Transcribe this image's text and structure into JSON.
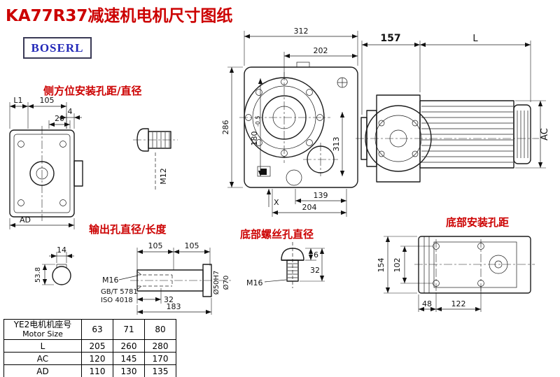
{
  "page": {
    "title": "KA77R37减速机电机尺寸图纸",
    "brand": "BOSERL"
  },
  "section_labels": {
    "side_mount": "侧方位安装孔距/直径",
    "output_hole": "输出孔直径/长度",
    "bottom_screw": "底部螺丝孔直径",
    "bottom_mount": "底部安装孔距"
  },
  "left_view": {
    "l1": "L1",
    "w105": "105",
    "w4": "4",
    "ad": "AD"
  },
  "side_bolt": {
    "d20": "20",
    "thread": "M12"
  },
  "front_view": {
    "width": "312",
    "upper_width": "202",
    "height": "286",
    "center_height": "180",
    "center_height_tol": "-0.5",
    "side_height": "313",
    "bottom_width_1": "139",
    "bottom_width_2": "204",
    "x_mark": "X"
  },
  "motor_view": {
    "adapter_len": "157",
    "motor_len": "L",
    "motor_dia": "AC"
  },
  "output_shaft": {
    "len1": "105",
    "len2": "105",
    "thread": "M16",
    "std1": "GB/T 5781",
    "std2": "ISO 4018",
    "len32": "32",
    "len183": "183",
    "bore": "Ø50H7",
    "flange": "Ø70",
    "key_w": "14",
    "key_h": "53.8"
  },
  "bottom_bolt": {
    "h6": "6",
    "h32": "32",
    "thread": "M16"
  },
  "bottom_view": {
    "h154": "154",
    "h102": "102",
    "w48": "48",
    "w122": "122"
  },
  "table": {
    "header_cn": "YE2电机机座号",
    "header_en": "Motor Size",
    "sizes": [
      "63",
      "71",
      "80"
    ],
    "rows": [
      {
        "label": "L",
        "values": [
          "205",
          "260",
          "280"
        ]
      },
      {
        "label": "AC",
        "values": [
          "120",
          "145",
          "170"
        ]
      },
      {
        "label": "AD",
        "values": [
          "110",
          "130",
          "135"
        ]
      }
    ]
  }
}
